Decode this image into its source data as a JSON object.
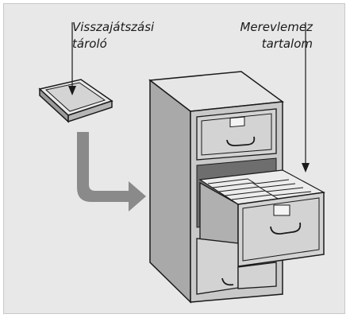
{
  "labels": {
    "replay_storage_line1": "Visszajátszási",
    "replay_storage_line2": "tároló",
    "hard_disk_line1": "Merevlemez",
    "hard_disk_line2": "tartalom"
  },
  "colors": {
    "background": "#e8e8e8",
    "frame_border": "#c8c8c8",
    "cabinet_light": "#d9d9d9",
    "cabinet_mid": "#bdbdbd",
    "cabinet_dark": "#8c8c8c",
    "outline": "#1a1a1a",
    "arrow": "#8a8a8a"
  },
  "icons": {
    "tray": "inbox-tray-icon",
    "cabinet": "filing-cabinet-icon",
    "arrow": "move-arrow-icon"
  }
}
